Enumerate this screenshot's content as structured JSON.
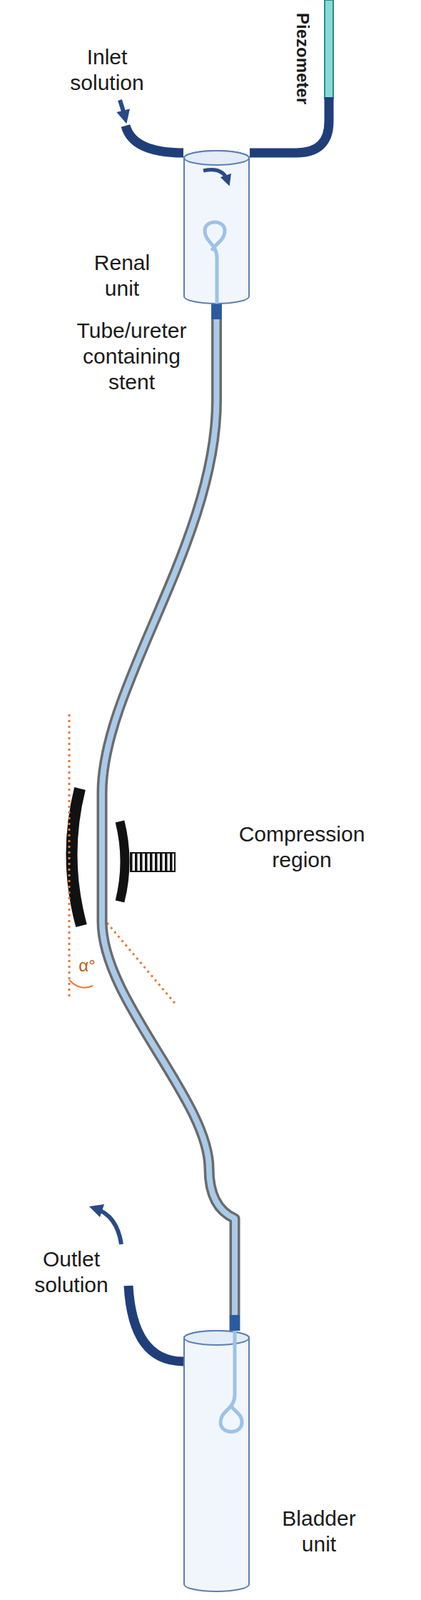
{
  "diagram": {
    "nodes": [
      {
        "text": [
          "Renal unit"
        ]
      },
      {
        "text": [
          "Bladder unit"
        ]
      }
    ],
    "edges": [
      {
        "from": 0,
        "to": 1,
        "arrow": "none",
        "label": "Tube/ureter containing stent"
      }
    ],
    "labels": [
      "Piezometer",
      "Inlet solution",
      "Compression region",
      "α°",
      "Outlet solution"
    ]
  }
}
